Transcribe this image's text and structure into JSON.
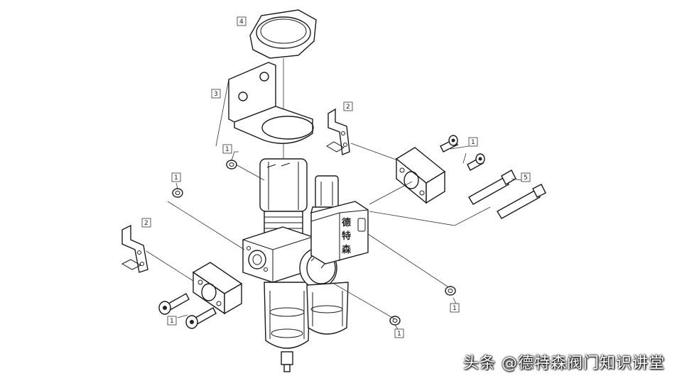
{
  "diagram": {
    "brand_chars": [
      "德",
      "特",
      "森"
    ],
    "callouts": [
      {
        "id": "c4",
        "label": "4"
      },
      {
        "id": "c3",
        "label": "3"
      },
      {
        "id": "c2a",
        "label": "2"
      },
      {
        "id": "c2b",
        "label": "2"
      },
      {
        "id": "c1a",
        "label": "1"
      },
      {
        "id": "c1b",
        "label": "1"
      },
      {
        "id": "c1c",
        "label": "1"
      },
      {
        "id": "c1d",
        "label": "1"
      },
      {
        "id": "c1e",
        "label": "1"
      },
      {
        "id": "c1f",
        "label": "1"
      },
      {
        "id": "c5",
        "label": "5"
      }
    ]
  },
  "watermark": {
    "text": "头条 @德特森阀门知识讲堂"
  }
}
